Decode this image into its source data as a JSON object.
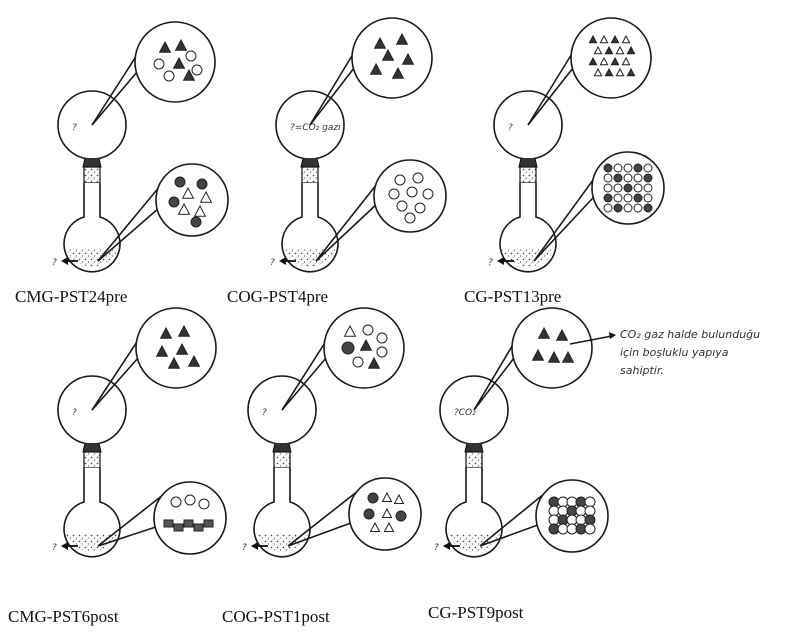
{
  "panels": [
    {
      "id": "p1",
      "label": "CMG-PST24pre",
      "balloon_text": "?",
      "arrow_text": "?",
      "note": ""
    },
    {
      "id": "p2",
      "label": "COG-PST4pre",
      "balloon_text": "?=CO₂ gazı",
      "arrow_text": "?",
      "note": ""
    },
    {
      "id": "p3",
      "label": "CG-PST13pre",
      "balloon_text": "?",
      "arrow_text": "?",
      "note": ""
    },
    {
      "id": "p4",
      "label": "CMG-PST6post",
      "balloon_text": "?",
      "arrow_text": "?",
      "note": ""
    },
    {
      "id": "p5",
      "label": "COG-PST1post",
      "balloon_text": "?",
      "arrow_text": "?",
      "note": ""
    },
    {
      "id": "p6",
      "label": "CG-PST9post",
      "balloon_text": "?CO₂",
      "arrow_text": "?",
      "note": "CO₂ gaz halde bulunduğu için boşluklu yapıya sahiptir."
    }
  ],
  "note_lines": [
    "CO₂ gaz halde bulunduğu",
    "için boşluklu yapıya",
    "sahiptir."
  ]
}
